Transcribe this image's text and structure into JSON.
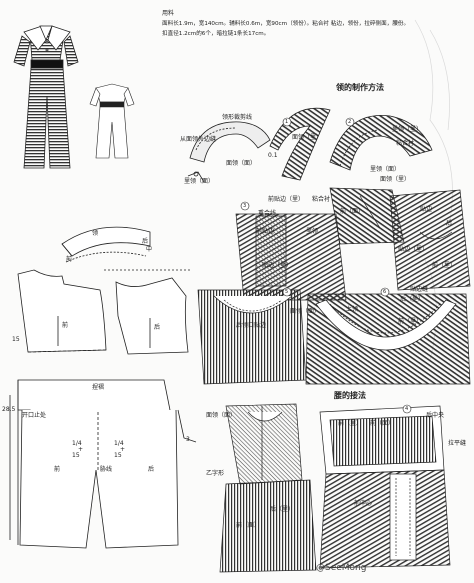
{
  "materials": {
    "heading": "用料",
    "line1": "面料长1.9m，宽140cm。辅料长0.6m，宽90cm（领份）。粘合衬 粘边，领份，拉碎侧面，腰份。",
    "line2": "扣直径1.2cm的6个，暗拉链1条长17cm。"
  },
  "sections": {
    "collar_method": "领的制作方法",
    "waist_method": "腰的接法"
  },
  "collar_steps": {
    "s1_labels": [
      "领形裁剪线",
      "从面领外边缝"
    ],
    "s1_marks": [
      "面领（面）",
      "0.1",
      "面领（里）",
      "里领（面）"
    ],
    "s2_labels": [
      "里领（里）",
      "粘合衬",
      "里领（面）",
      "面领（里）"
    ],
    "s3_labels": [
      "前贴边（里）",
      "粘合衬",
      "重合线",
      "前（面）"
    ],
    "s4_labels": [
      "贴边",
      "后",
      "贴边（里）",
      "前（里）"
    ],
    "s5_labels": [
      "前贴边",
      "里领",
      "贴边（里）",
      "后领口贴边",
      "面领（面）"
    ],
    "s6_labels": [
      "上领",
      "后（里）",
      "贴边缝",
      "前（里）"
    ],
    "step_numbers": [
      "1",
      "2",
      "3",
      "4",
      "5",
      "6"
    ]
  },
  "pattern_labels": {
    "collar_piece": [
      "领",
      "后",
      "中",
      "前"
    ],
    "bodice_front": [
      "前",
      "15",
      "后"
    ],
    "bodice_back": [
      "前",
      "后"
    ],
    "pants_top": "捏褶",
    "open_label": "开口止处",
    "hip": [
      "1/4",
      "+",
      "15",
      "1/4",
      "+",
      "15"
    ],
    "front": "前",
    "back": "后",
    "side": "胁线",
    "measures": [
      "28.5",
      "3"
    ]
  },
  "waist_steps": {
    "w1": [
      "面领（面）",
      "乙字形",
      "后（里）",
      "前（面）"
    ],
    "w2": [
      "前（里）",
      "前（面）",
      "前中心",
      "后中央",
      "拉平缝"
    ]
  },
  "watermark": "@SeeMong"
}
